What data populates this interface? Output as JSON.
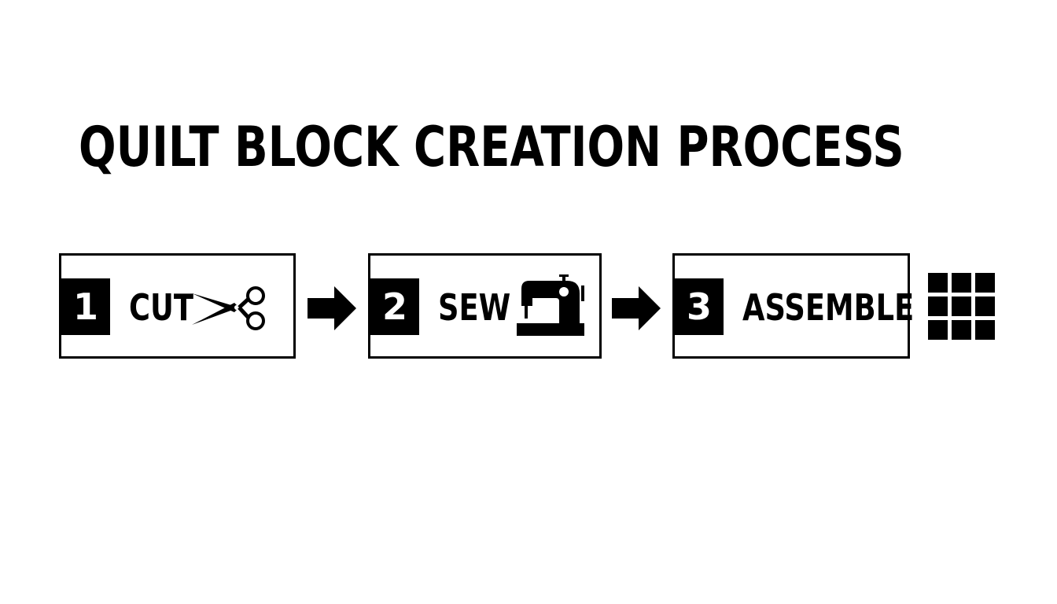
{
  "title": "QUILT BLOCK CREATION PROCESS",
  "steps": [
    {
      "number": "1",
      "label": "CUT",
      "icon": "scissors-icon"
    },
    {
      "number": "2",
      "label": "SEW",
      "icon": "sewing-machine-icon"
    },
    {
      "number": "3",
      "label": "ASSEMBLE",
      "icon": "quilt-grid-icon"
    }
  ],
  "colors": {
    "foreground": "#000000",
    "background": "#ffffff"
  }
}
